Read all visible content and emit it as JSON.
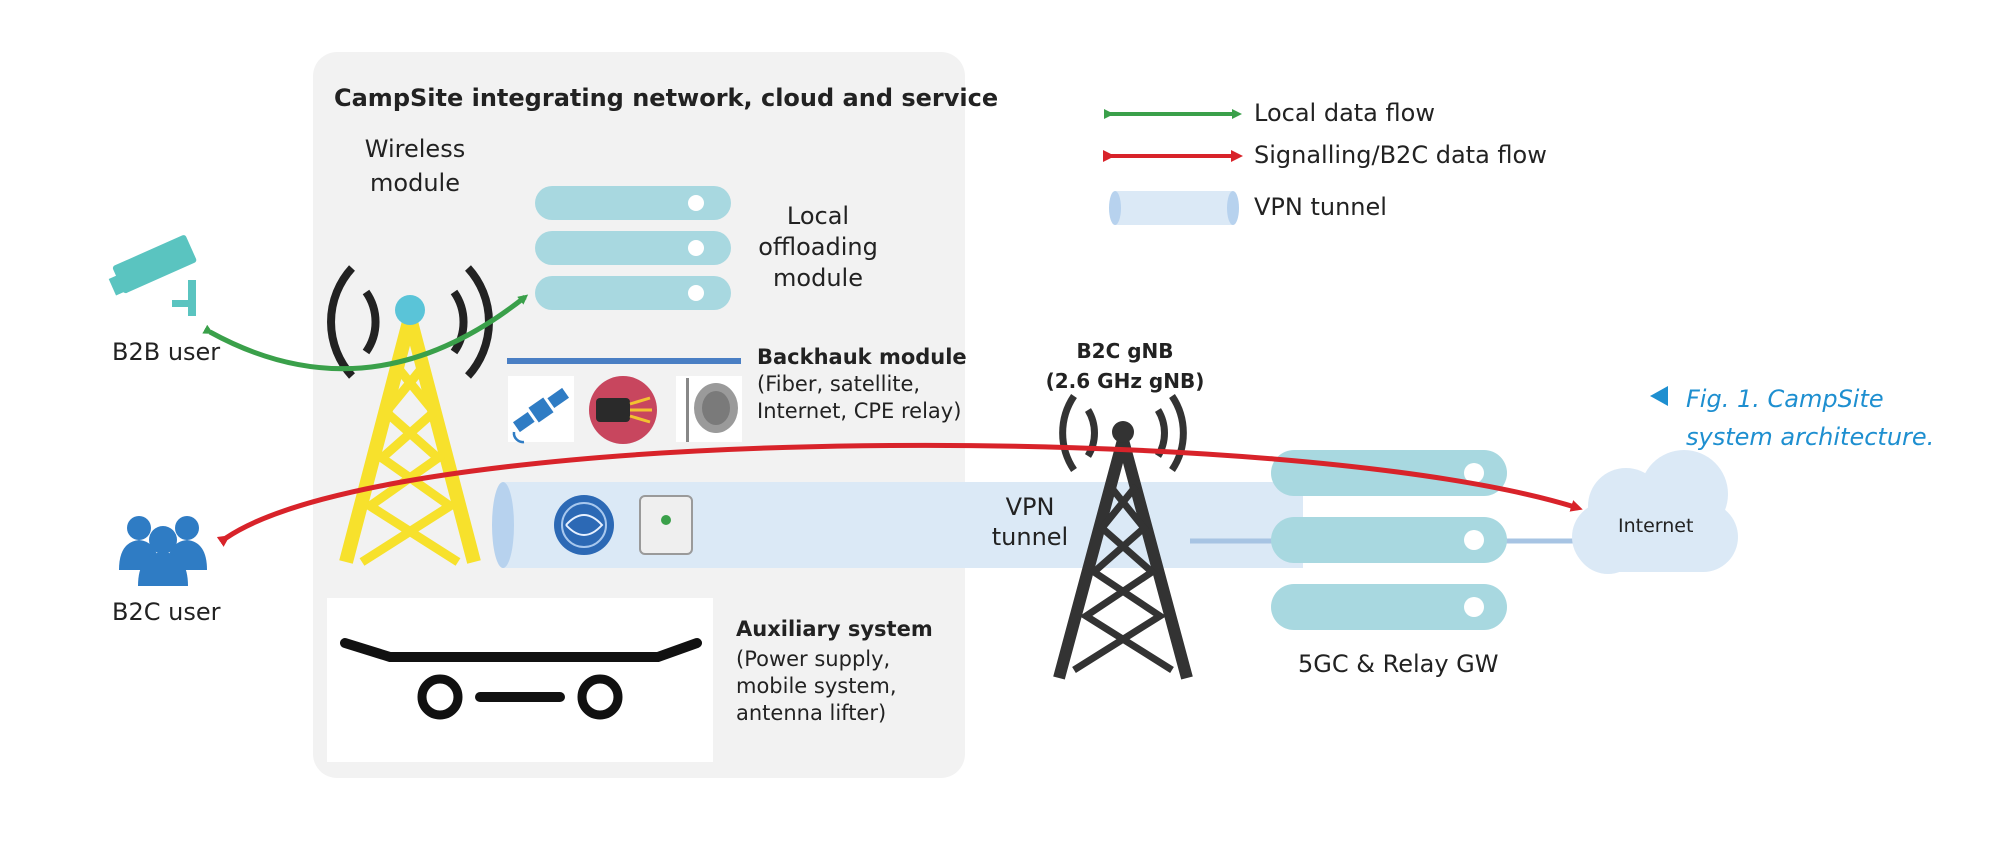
{
  "campsite_title": "CampSite integrating network, cloud and service",
  "wireless_module": [
    "Wireless",
    "module"
  ],
  "local_offloading": [
    "Local",
    "offloading",
    "module"
  ],
  "backhaul": {
    "title": "Backhauk module",
    "details": [
      "(Fiber, satellite,",
      "Internet, CPE relay)"
    ]
  },
  "auxiliary": {
    "title": "Auxiliary system",
    "details": [
      "(Power supply,",
      "mobile system,",
      "antenna lifter)"
    ]
  },
  "b2b_user": "B2B user",
  "b2c_user": "B2C user",
  "vpn_tunnel_label": [
    "VPN",
    "tunnel"
  ],
  "gnb": [
    "B2C gNB",
    "(2.6 GHz gNB)"
  ],
  "core": "5GC & Relay GW",
  "internet": "Internet",
  "legend": {
    "local_flow": "Local data flow",
    "signalling_flow": "Signalling/B2C data flow",
    "vpn": "VPN tunnel"
  },
  "figure_caption": [
    "Fig. 1. CampSite",
    "system architecture."
  ],
  "colors": {
    "local_flow": "#3aa04a",
    "signalling_flow": "#d8232a",
    "vpn": "#dbe9f6",
    "server": "#a8d8e0",
    "tower_yellow": "#f7e12c",
    "user_blue": "#2f7cc4",
    "caption_blue": "#1e8fd0"
  }
}
